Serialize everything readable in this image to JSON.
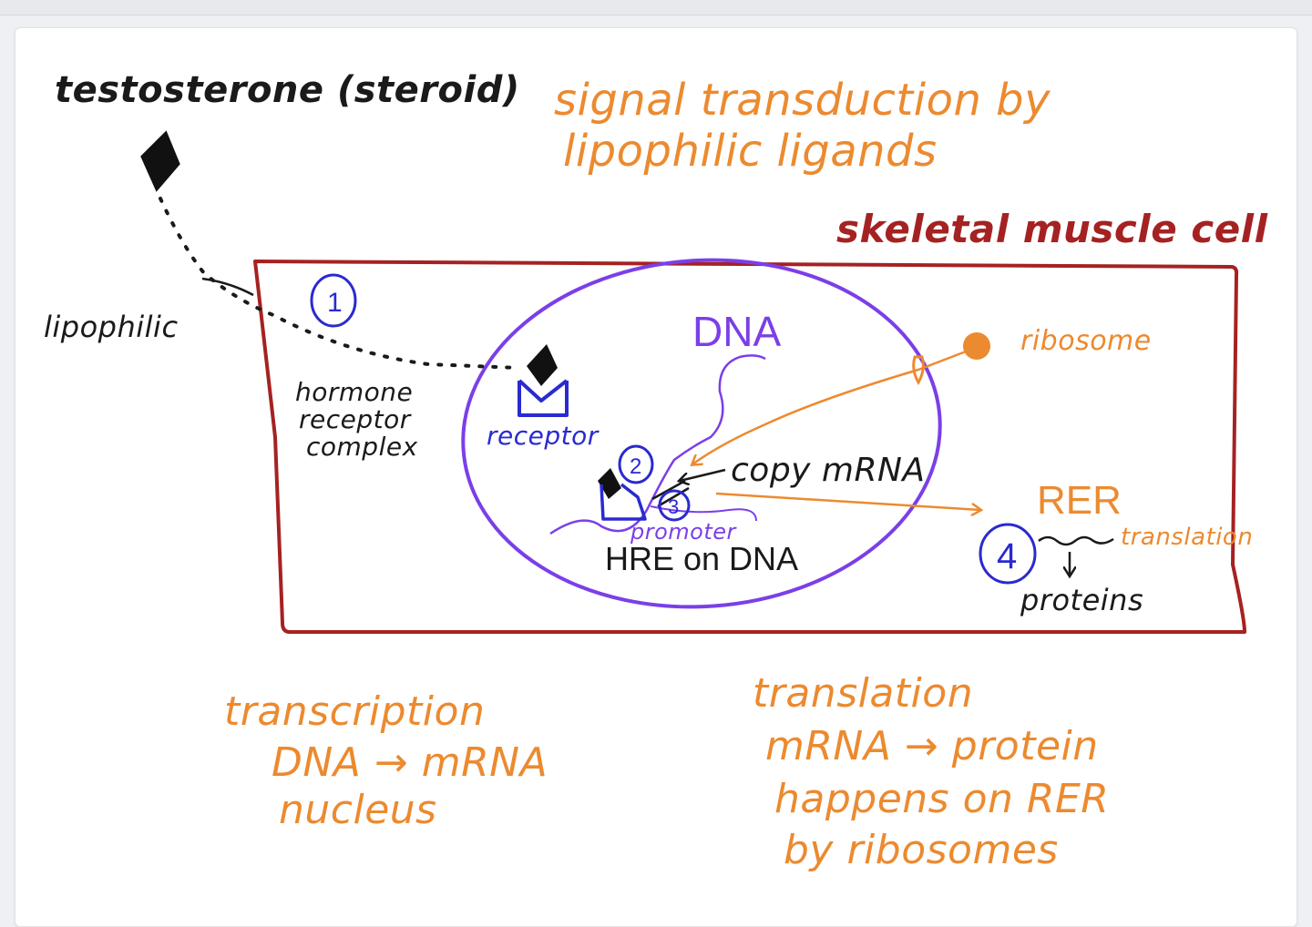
{
  "colors": {
    "ink_black": "#1a1a1a",
    "ink_orange": "#ec8a2f",
    "ink_red": "#a52222",
    "ink_purple": "#7b3fe8",
    "ink_blue": "#2a2ad0"
  },
  "labels": {
    "testosterone": "testosterone (steroid)",
    "title_line1": "signal transduction by",
    "title_line2": "lipophilic ligands",
    "cell": "skeletal muscle cell",
    "lipophilic": "lipophilic",
    "step1": "1",
    "step2": "2",
    "step3": "3",
    "step4": "4",
    "hrc_line1": "hormone",
    "hrc_line2": "receptor",
    "hrc_line3": "complex",
    "receptor": "receptor",
    "dna": "DNA",
    "ribosome": "ribosome",
    "copy_mrna": "copy mRNA",
    "promoter": "promoter",
    "hre": "HRE on DNA",
    "rer": "RER",
    "translation_small": "translation",
    "proteins": "proteins",
    "transcription_line1": "transcription",
    "transcription_line2": "DNA → mRNA",
    "transcription_line3": "nucleus",
    "translation_line1": "translation",
    "translation_line2": "mRNA → protein",
    "translation_line3": "happens on RER",
    "translation_line4": "by ribosomes"
  }
}
